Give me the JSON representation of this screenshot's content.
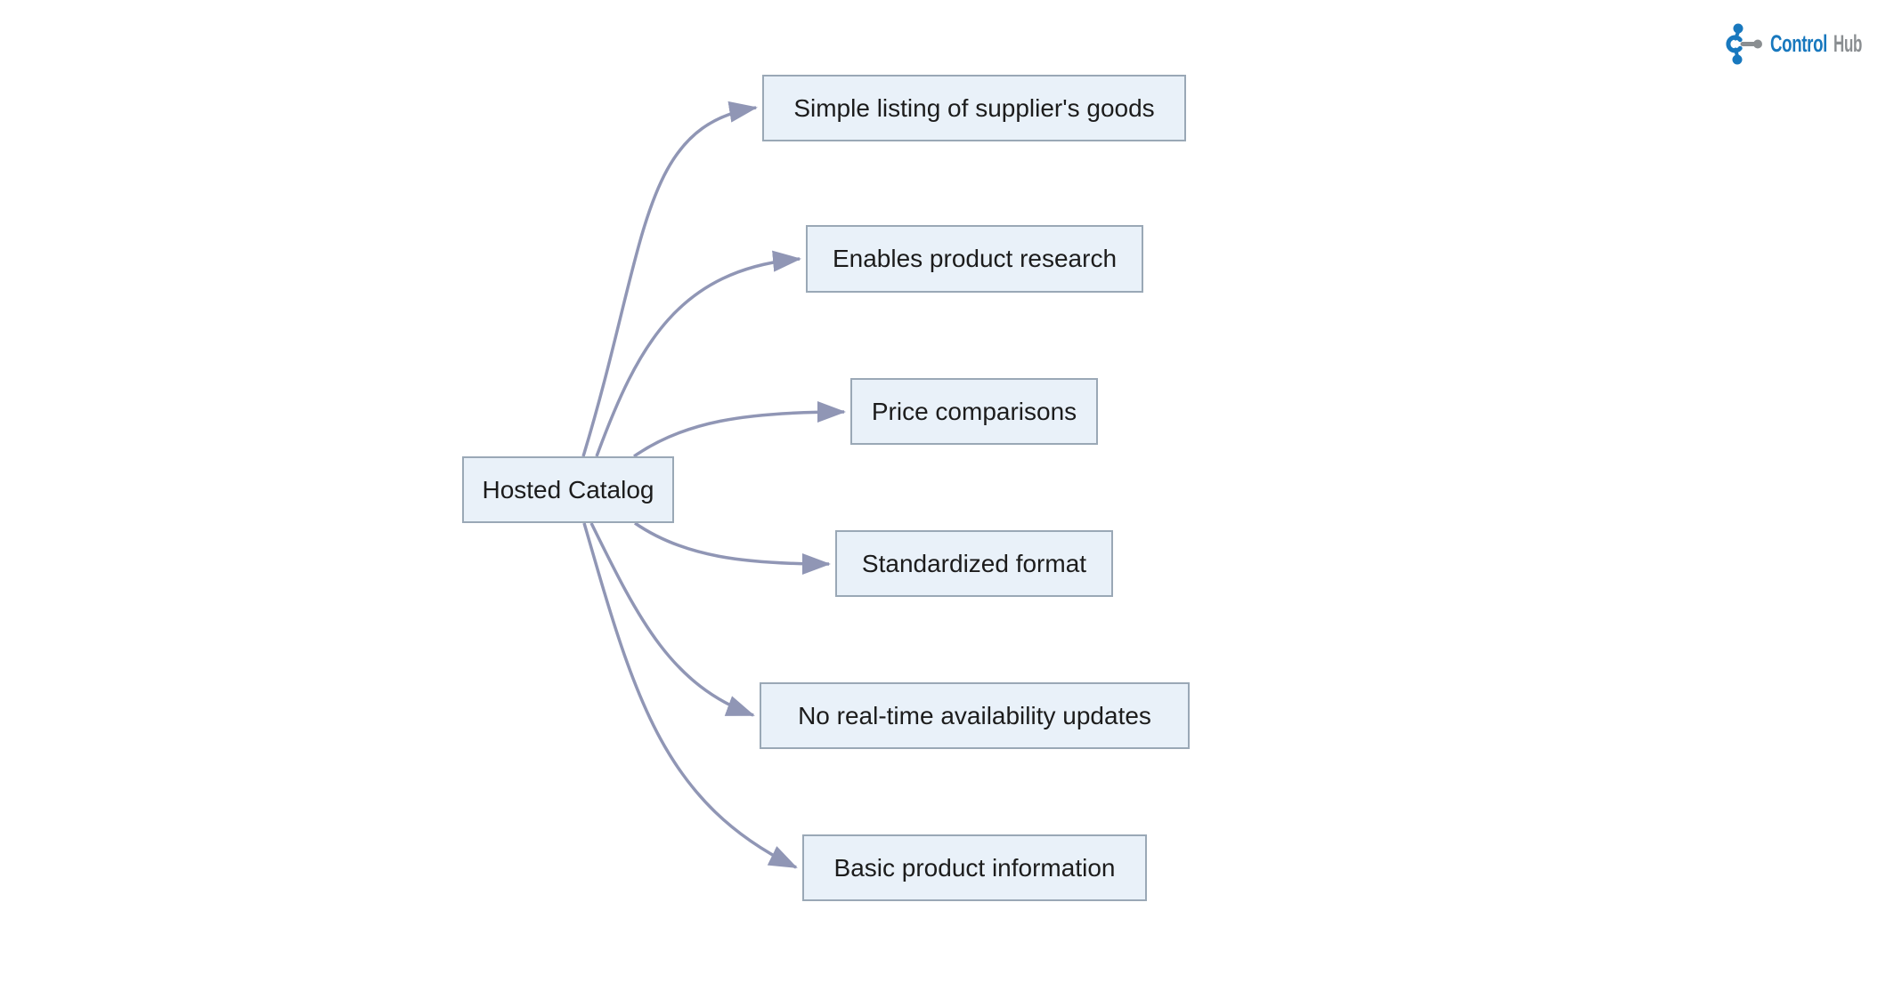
{
  "logo": {
    "brand_primary": "Control",
    "brand_secondary": "Hub",
    "icon": "hub-network-icon",
    "primary_color": "#1878be",
    "secondary_color": "#8a8e91"
  },
  "diagram": {
    "type": "flowchart",
    "root": {
      "label": "Hosted Catalog"
    },
    "branches": [
      {
        "label": "Simple listing of supplier's goods"
      },
      {
        "label": "Enables product research"
      },
      {
        "label": "Price comparisons"
      },
      {
        "label": "Standardized format"
      },
      {
        "label": "No real-time availability updates"
      },
      {
        "label": "Basic product information"
      }
    ],
    "edges": [
      {
        "from": "Hosted Catalog",
        "to": "Simple listing of supplier's goods"
      },
      {
        "from": "Hosted Catalog",
        "to": "Enables product research"
      },
      {
        "from": "Hosted Catalog",
        "to": "Price comparisons"
      },
      {
        "from": "Hosted Catalog",
        "to": "Standardized format"
      },
      {
        "from": "Hosted Catalog",
        "to": "No real-time availability updates"
      },
      {
        "from": "Hosted Catalog",
        "to": "Basic product information"
      }
    ],
    "style": {
      "node_fill": "#e9f1f9",
      "node_border": "#9aa8b6",
      "edge_color": "#9096b5",
      "text_color": "#1c1c1c",
      "background": "#ffffff"
    }
  }
}
